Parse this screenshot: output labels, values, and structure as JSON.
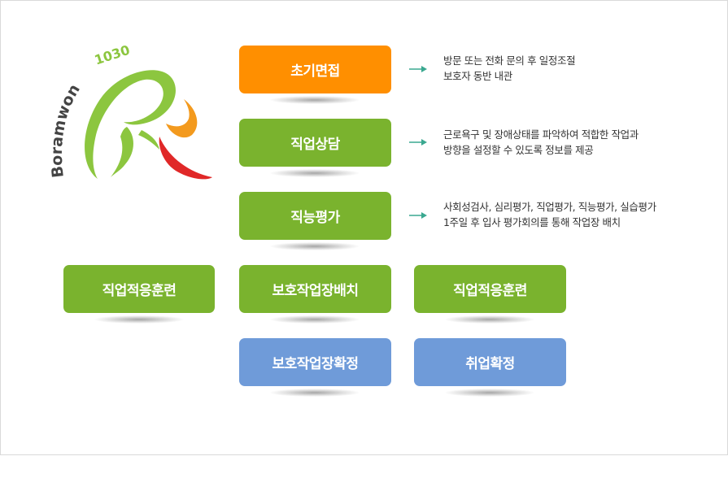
{
  "logo": {
    "text_word": "Boramwon",
    "text_number": "1030"
  },
  "colors": {
    "orange": "#ff8f00",
    "green": "#7ab32e",
    "blue": "#6f9bd9",
    "arrow": "#3aa890"
  },
  "steps": {
    "initial": {
      "label": "초기면접",
      "desc1": "방문 또는 전화 문의 후 일정조절",
      "desc2": "보호자 동반 내관"
    },
    "counsel": {
      "label": "직업상담",
      "desc1": "근로욕구 및 장애상태를 파악하여 적합한 작업과",
      "desc2": "방향을 설정할 수 있도록 정보를 제공"
    },
    "eval": {
      "label": "직능평가",
      "desc1": "사회성검사, 심리평가, 직업평가, 직능평가, 실습평가",
      "desc2": "1주일 후 입사 평가회의를 통해 작업장 배치"
    },
    "training_left": {
      "label": "직업적응훈련"
    },
    "placement": {
      "label": "보호작업장배치"
    },
    "training_right": {
      "label": "직업적응훈련"
    },
    "confirm_workshop": {
      "label": "보호작업장확정"
    },
    "confirm_job": {
      "label": "취업확정"
    }
  }
}
